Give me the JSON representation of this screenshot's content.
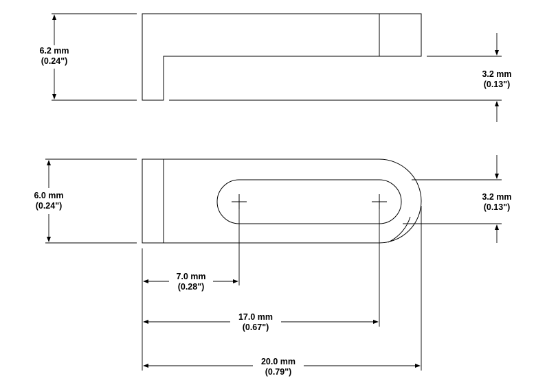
{
  "colors": {
    "line": "#000000",
    "background": "#ffffff"
  },
  "side_view": {
    "height": {
      "metric": "6.2 mm",
      "imperial": "(0.24\")"
    },
    "thickness": {
      "metric": "3.2 mm",
      "imperial": "(0.13\")"
    }
  },
  "top_view": {
    "width": {
      "metric": "6.0 mm",
      "imperial": "(0.24\")"
    },
    "slot_width": {
      "metric": "3.2 mm",
      "imperial": "(0.13\")"
    },
    "slot_start": {
      "metric": "7.0 mm",
      "imperial": "(0.28\")"
    },
    "slot_end": {
      "metric": "17.0 mm",
      "imperial": "(0.67\")"
    },
    "overall_length": {
      "metric": "20.0 mm",
      "imperial": "(0.79\")"
    }
  }
}
